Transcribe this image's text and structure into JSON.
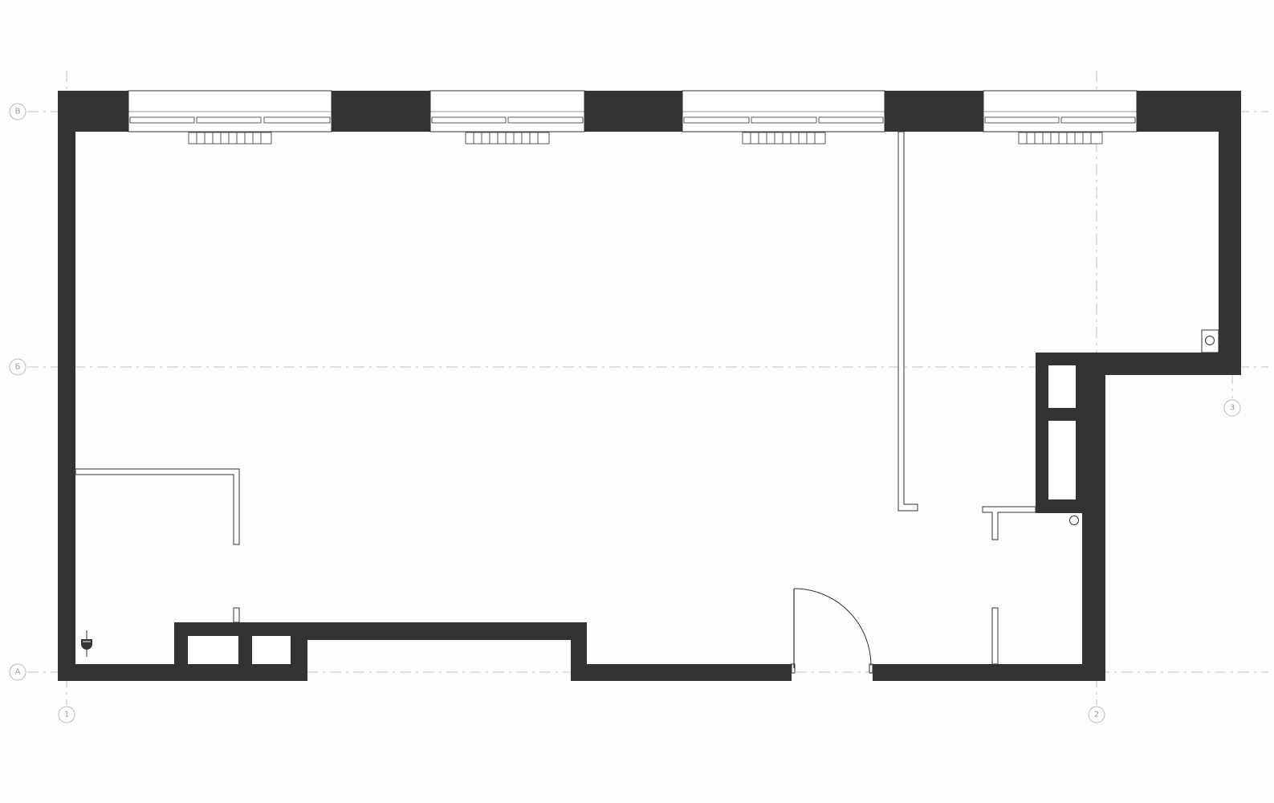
{
  "drawing": {
    "type": "floor-plan",
    "colors": {
      "background": "#fdfdfd",
      "wall": "#333333",
      "axis_line": "#c4c4c4",
      "axis_label": "#9a9a9a"
    },
    "grid_axes": {
      "horizontal": [
        {
          "id": "row-a",
          "label": "А"
        },
        {
          "id": "row-b",
          "label": "Б"
        },
        {
          "id": "row-v",
          "label": "В"
        }
      ],
      "vertical": [
        {
          "id": "col-1",
          "label": "1"
        },
        {
          "id": "col-2",
          "label": "2"
        },
        {
          "id": "col-3",
          "label": "3"
        }
      ]
    },
    "elements": {
      "windows": 4,
      "radiators": 4,
      "entrance_doors": 1,
      "floor_drains": 1,
      "electrical_sockets": 1
    },
    "icons": [
      "floor-drain-icon",
      "electrical-socket-icon",
      "door-swing-icon"
    ]
  }
}
